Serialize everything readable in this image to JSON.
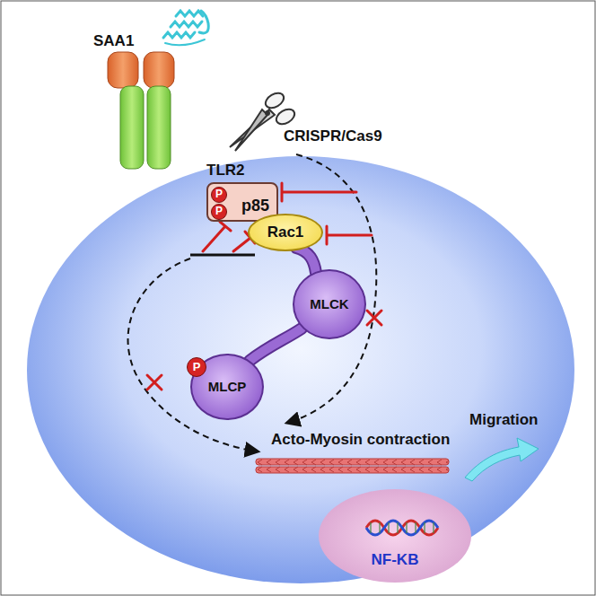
{
  "diagram": {
    "nodes": [
      {
        "text": [
          "p85"
        ]
      },
      {
        "text": [
          "P"
        ],
        "in": 0
      },
      {
        "text": [
          "P"
        ],
        "in": 0
      },
      {
        "text": [
          "Rac1"
        ]
      },
      {
        "text": [
          "MLCK"
        ]
      },
      {
        "text": [
          "MLCP"
        ]
      },
      {
        "text": [
          "P"
        ],
        "in": 5
      },
      {
        "text": [
          "NF-KB"
        ]
      }
    ],
    "labels": [
      "SAA1",
      "CRISPR/Cas9",
      "TLR2",
      "Acto-Myosin contraction",
      "Migration"
    ]
  }
}
